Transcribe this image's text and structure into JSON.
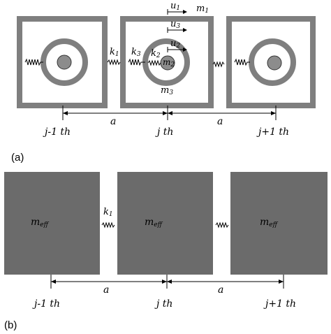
{
  "panel_a": {
    "label": "(a)",
    "cell_labels": [
      "j-1 th",
      "j th",
      "j+1 th"
    ],
    "spacing_label": "a",
    "k1": {
      "base": "k",
      "sub": "1"
    },
    "k2": {
      "base": "k",
      "sub": "2"
    },
    "k3": {
      "base": "k",
      "sub": "3"
    },
    "m1": {
      "base": "m",
      "sub": "1"
    },
    "m2": {
      "base": "m",
      "sub": "2"
    },
    "m3": {
      "base": "m",
      "sub": "3"
    },
    "u1": {
      "base": "u",
      "sub": "1"
    },
    "u2": {
      "base": "u",
      "sub": "2"
    },
    "u3": {
      "base": "u",
      "sub": "3"
    }
  },
  "panel_b": {
    "label": "(b)",
    "cell_labels": [
      "j-1 th",
      "j th",
      "j+1 th"
    ],
    "spacing_label": "a",
    "k1": {
      "base": "k",
      "sub": "1"
    },
    "mass_labels": [
      {
        "base": "m",
        "sub": "eff"
      },
      {
        "base": "m",
        "sub": "eff"
      },
      {
        "base": "m",
        "sub": "eff"
      }
    ]
  },
  "colors": {
    "frame": "#7f7f7f",
    "block": "#6b6b6b",
    "inner_mass": "#8c8c8c",
    "line": "#000000"
  }
}
